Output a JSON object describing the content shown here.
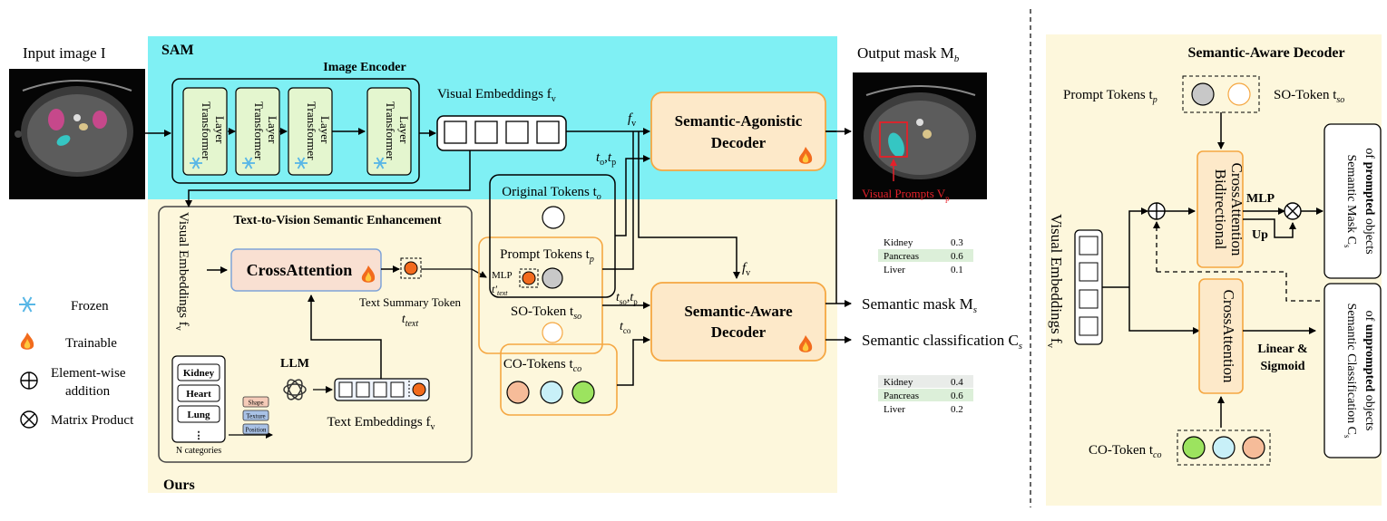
{
  "left": {
    "input_label": "Input image I",
    "sam_label": "SAM",
    "ours_label": "Ours",
    "image_encoder_title": "Image Encoder",
    "transformer_layer": "Transformer Layer",
    "visual_embeddings_top": "Visual Embeddings f",
    "visual_embeddings_sub": "v",
    "fv_top": "f",
    "fv_sub": "v",
    "to_tp": "t",
    "sag_decoder_line1": "Semantic-Agonistic",
    "sag_decoder_line2": "Decoder",
    "output_mask": "Output mask M",
    "output_mask_sub": "b",
    "visual_prompts": "Visual Prompts V",
    "visual_prompts_sub": "p",
    "t2v_title": "Text-to-Vision Semantic Enhancement",
    "visual_embeddings_vertical": "Visual Embeddings f",
    "crossattention": "CrossAttention",
    "text_summary_token": "Text Summary Token",
    "t_text": "t",
    "t_text_sub": "text",
    "llm": "LLM",
    "text_embeddings": "Text Embeddings f",
    "categories": [
      "Kidney",
      "Heart",
      "Lung",
      "⋮"
    ],
    "n_categories": "N categories",
    "attributes": [
      "Shape",
      "Texture",
      "Position"
    ],
    "original_tokens": "Original Tokens t",
    "original_tokens_sub": "o",
    "prompt_tokens": "Prompt Tokens t",
    "prompt_tokens_sub": "p",
    "mlp_label": "MLP",
    "t_prime_text": "t′",
    "so_token": "SO-Token t",
    "so_token_sub": "so",
    "co_tokens": "CO-Tokens t",
    "co_tokens_sub": "co",
    "tso_tp": "t",
    "tco": "t",
    "fv_mid": "f",
    "sa_decoder_line1": "Semantic-Aware",
    "sa_decoder_line2": "Decoder",
    "semantic_mask": "Semantic mask M",
    "semantic_mask_sub": "s",
    "semantic_classification": "Semantic classification C",
    "semantic_classification_sub": "s",
    "score_table_1": [
      [
        "Kidney",
        "0.3"
      ],
      [
        "Pancreas",
        "0.6"
      ],
      [
        "Liver",
        "0.1"
      ]
    ],
    "score_table_2": [
      [
        "Kidney",
        "0.4"
      ],
      [
        "Pancreas",
        "0.6"
      ],
      [
        "Liver",
        "0.2"
      ]
    ]
  },
  "legend": {
    "frozen": "Frozen",
    "trainable": "Trainable",
    "addition_line1": "Element-wise",
    "addition_line2": "addition",
    "matrix_product": "Matrix Product"
  },
  "right": {
    "title": "Semantic-Aware Decoder",
    "prompt_tokens": "Prompt Tokens t",
    "prompt_tokens_sub": "p",
    "so_token": "SO-Token t",
    "so_token_sub": "so",
    "bidirectional_line1": "Bidirectional",
    "bidirectional_line2": "CrossAttention",
    "crossattention": "CrossAttention",
    "mlp": "MLP",
    "up": "Up",
    "linear_sigmoid_line1": "Linear &",
    "linear_sigmoid_line2": "Sigmoid",
    "visual_embeddings": "Visual Embeddings f",
    "visual_embeddings_sub": "v",
    "co_token": "CO-Token t",
    "co_token_sub": "co",
    "out_mask_line1": "Semantic Mask C",
    "out_mask_line2a": "of ",
    "out_mask_line2b": "prompted",
    "out_mask_line2c": " objects",
    "out_cls_line1": "Semantic Classification C",
    "out_cls_line2a": "of ",
    "out_cls_line2b": "unprompted",
    "out_cls_line2c": " objects"
  },
  "colors": {
    "sam_bg": "#7ff0f4",
    "ours_bg": "#fdf7dc",
    "decoder_fill": "#fde9c9",
    "decoder_stroke": "#f5a742",
    "green_layer": "#e4f6cf",
    "orange_token": "#f6bc99",
    "cyan_token": "#c8f0f8",
    "green_token": "#9ce35f",
    "red": "#e5202a"
  }
}
